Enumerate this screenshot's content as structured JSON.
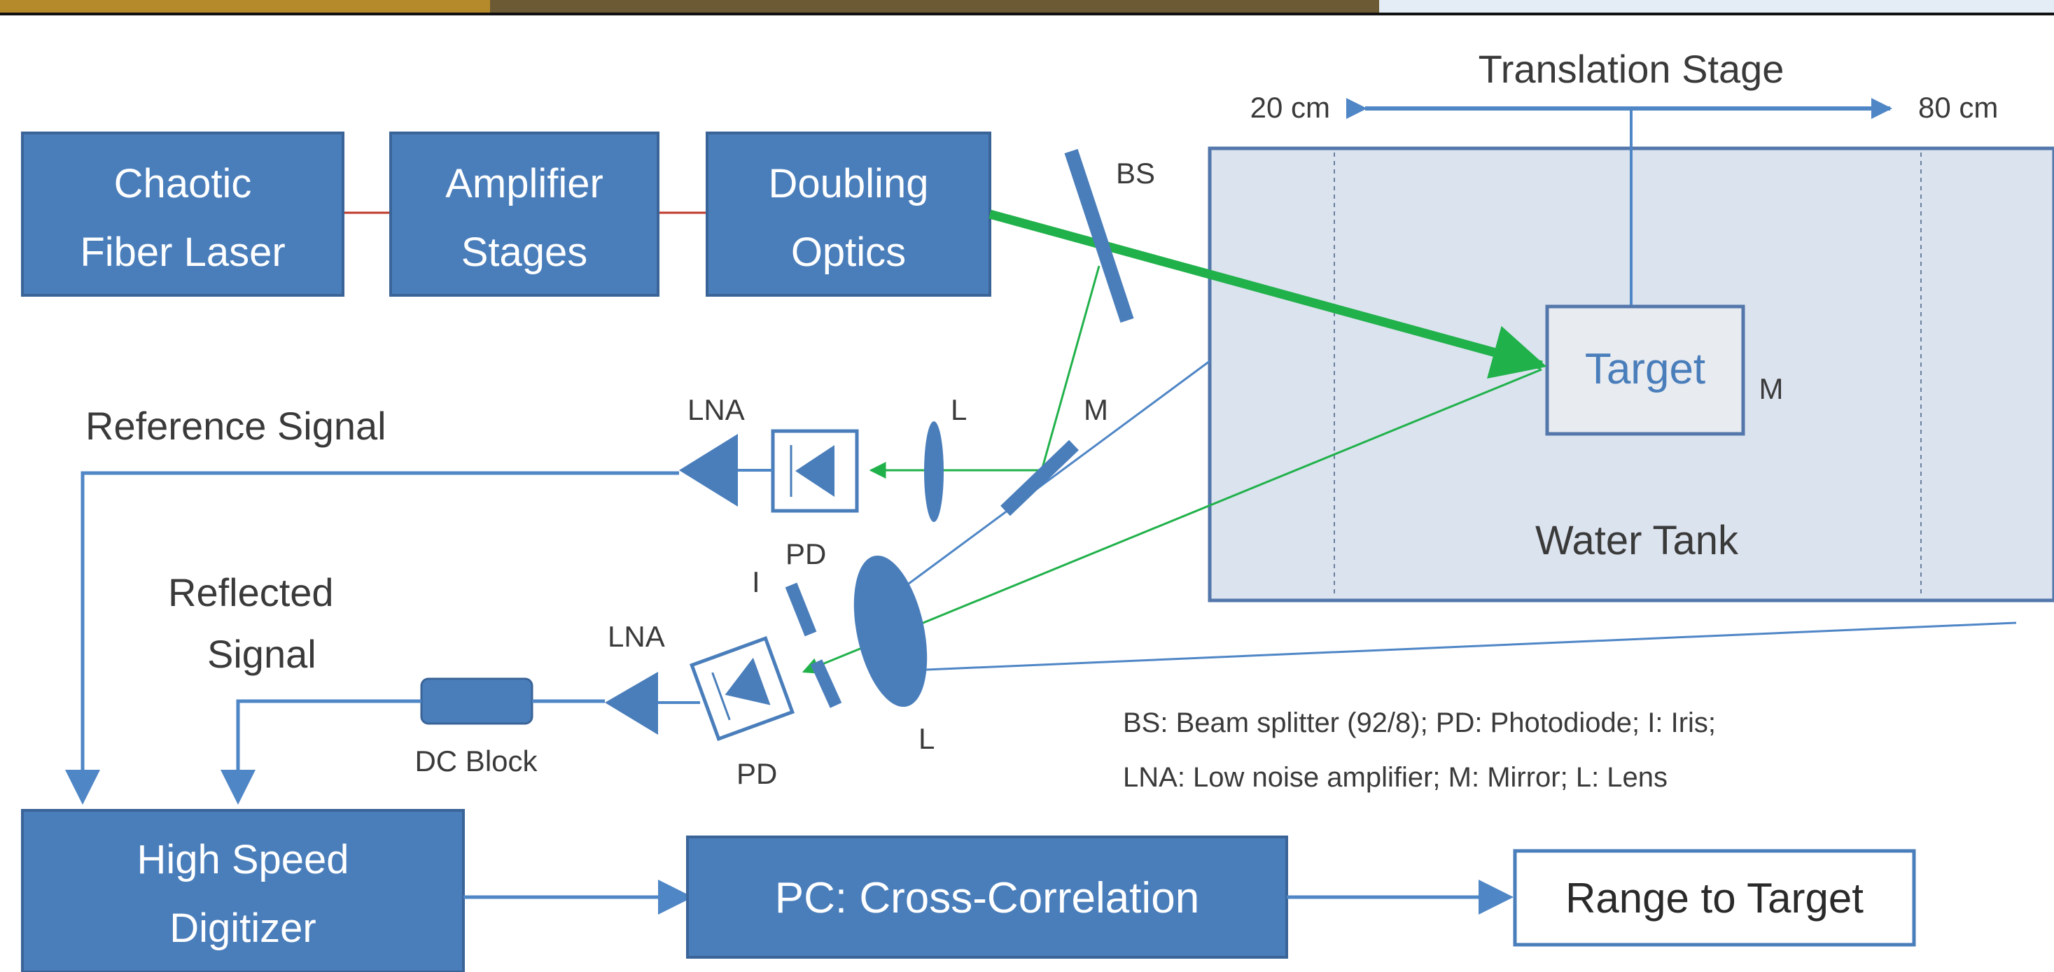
{
  "colors": {
    "box_fill": "#4a7ebb",
    "box_stroke": "#3a6498",
    "tank_fill": "#dbe3ef",
    "tank_stroke": "#5377ab",
    "beam_green": "#21b14b",
    "thin_blue": "#4f86c6",
    "connector_red": "#c0392b",
    "text_dark": "#3a3a3a",
    "text_light": "#ffffff"
  },
  "boxes": {
    "chaotic_laser": [
      "Chaotic",
      "Fiber Laser"
    ],
    "amplifier": [
      "Amplifier",
      "Stages"
    ],
    "doubling": [
      "Doubling",
      "Optics"
    ],
    "digitizer": [
      "High Speed",
      "Digitizer"
    ],
    "pc": "PC: Cross-Correlation",
    "range": "Range to Target",
    "dc_block": "DC Block"
  },
  "tank": {
    "label": "Water Tank",
    "target": "Target",
    "mirror_label": "M"
  },
  "stage": {
    "title": "Translation Stage",
    "left": "20 cm",
    "right": "80 cm"
  },
  "signals": {
    "reference": "Reference Signal",
    "reflected": [
      "Reflected",
      "Signal"
    ]
  },
  "labels": {
    "bs": "BS",
    "lna_top": "LNA",
    "lna_bottom": "LNA",
    "lens_top": "L",
    "lens_bottom": "L",
    "mirror": "M",
    "pd_top": "PD",
    "pd_bottom": "PD",
    "iris": "I"
  },
  "legend": [
    "BS: Beam splitter (92/8); PD: Photodiode; I: Iris;",
    "LNA: Low noise amplifier; M: Mirror; L: Lens"
  ]
}
